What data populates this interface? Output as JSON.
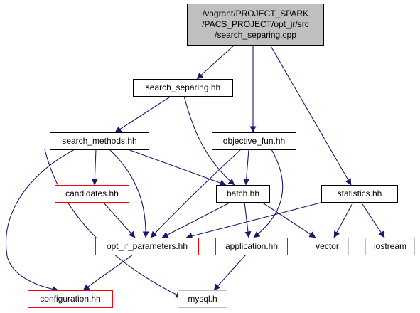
{
  "nodes": [
    {
      "id": "src",
      "lines": [
        "/vagrant/PROJECT_SPARK",
        "/PACS_PROJECT/opt_jr/src",
        "/search_separing.cpp"
      ],
      "border": "#000000",
      "fill": "#bfbfbf"
    },
    {
      "id": "search_separing",
      "lines": [
        "search_separing.hh"
      ],
      "border": "#000000",
      "fill": "#ffffff"
    },
    {
      "id": "search_methods",
      "lines": [
        "search_methods.hh"
      ],
      "border": "#000000",
      "fill": "#ffffff"
    },
    {
      "id": "objective_fun",
      "lines": [
        "objective_fun.hh"
      ],
      "border": "#000000",
      "fill": "#ffffff"
    },
    {
      "id": "candidates",
      "lines": [
        "candidates.hh"
      ],
      "border": "#ff0000",
      "fill": "#ffffff"
    },
    {
      "id": "batch",
      "lines": [
        "batch.hh"
      ],
      "border": "#000000",
      "fill": "#ffffff"
    },
    {
      "id": "statistics",
      "lines": [
        "statistics.hh"
      ],
      "border": "#000000",
      "fill": "#ffffff"
    },
    {
      "id": "opt_jr_parameters",
      "lines": [
        "opt_jr_parameters.hh"
      ],
      "border": "#ff0000",
      "fill": "#ffffff"
    },
    {
      "id": "application",
      "lines": [
        "application.hh"
      ],
      "border": "#ff0000",
      "fill": "#ffffff"
    },
    {
      "id": "vector",
      "lines": [
        "vector"
      ],
      "border": "#bfbfbf",
      "fill": "#ffffff"
    },
    {
      "id": "iostream",
      "lines": [
        "iostream"
      ],
      "border": "#bfbfbf",
      "fill": "#ffffff"
    },
    {
      "id": "configuration",
      "lines": [
        "configuration.hh"
      ],
      "border": "#ff0000",
      "fill": "#ffffff"
    },
    {
      "id": "mysql",
      "lines": [
        "mysql.h"
      ],
      "border": "#bfbfbf",
      "fill": "#ffffff"
    }
  ],
  "edges": [
    {
      "from": "src",
      "to": "search_separing"
    },
    {
      "from": "src",
      "to": "objective_fun"
    },
    {
      "from": "src",
      "to": "statistics"
    },
    {
      "from": "search_separing",
      "to": "search_methods"
    },
    {
      "from": "search_separing",
      "to": "batch"
    },
    {
      "from": "search_methods",
      "to": "candidates"
    },
    {
      "from": "search_methods",
      "to": "batch"
    },
    {
      "from": "search_methods",
      "to": "opt_jr_parameters"
    },
    {
      "from": "search_methods",
      "to": "configuration"
    },
    {
      "from": "search_methods",
      "to": "mysql"
    },
    {
      "from": "objective_fun",
      "to": "batch"
    },
    {
      "from": "objective_fun",
      "to": "opt_jr_parameters"
    },
    {
      "from": "objective_fun",
      "to": "application"
    },
    {
      "from": "candidates",
      "to": "opt_jr_parameters"
    },
    {
      "from": "batch",
      "to": "opt_jr_parameters"
    },
    {
      "from": "batch",
      "to": "application"
    },
    {
      "from": "batch",
      "to": "vector"
    },
    {
      "from": "statistics",
      "to": "opt_jr_parameters"
    },
    {
      "from": "statistics",
      "to": "vector"
    },
    {
      "from": "statistics",
      "to": "iostream"
    },
    {
      "from": "opt_jr_parameters",
      "to": "configuration"
    },
    {
      "from": "application",
      "to": "mysql"
    }
  ],
  "edge_color": "#191970"
}
